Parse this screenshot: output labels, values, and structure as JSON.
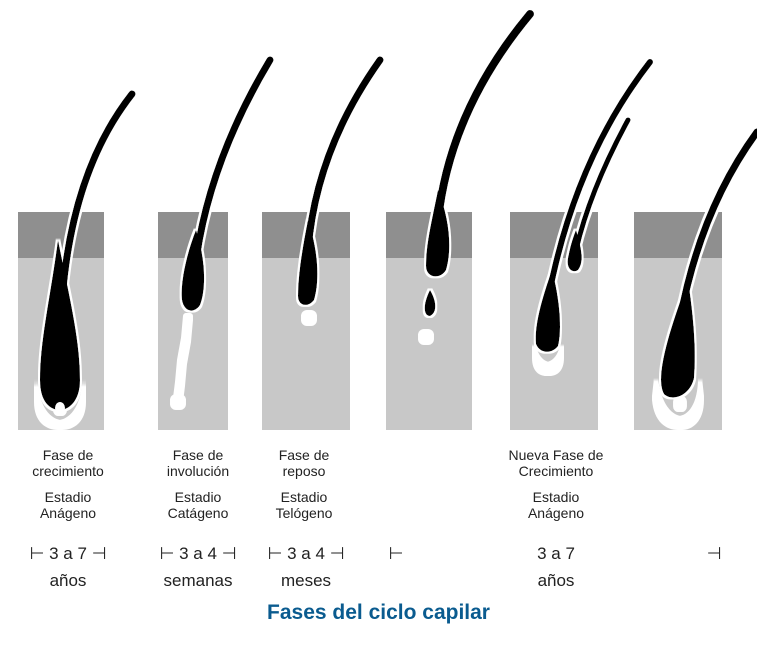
{
  "phases": [
    {
      "phase": "Fase de\ncrecimiento",
      "stage": "Estadio\nAnágeno",
      "duration_line1": "⊢ 3 a 7 ⊣",
      "duration_line2": "años"
    },
    {
      "phase": "Fase de\ninvolución",
      "stage": "Estadio\nCatágeno",
      "duration_line1": "⊢ 3 a 4 ⊣",
      "duration_line2": "semanas"
    },
    {
      "phase": "Fase de\nreposo",
      "stage": "Estadio\nTelógeno",
      "duration_line1": "⊢ 3 a 4 ⊣",
      "duration_line2": "meses"
    },
    {
      "phase": "",
      "stage": "",
      "duration_line1": "⊢",
      "duration_line2": ""
    },
    {
      "phase": "Nueva Fase de\nCrecimiento",
      "stage": "Estadio\nAnágeno",
      "duration_line1": "3 a 7",
      "duration_line2": "años"
    },
    {
      "phase": "",
      "stage": "",
      "duration_line1": "⊣",
      "duration_line2": ""
    }
  ],
  "title": "Fases del ciclo capilar",
  "colors": {
    "skin_top": "#8f8f8f",
    "skin_body": "#c8c8c8",
    "hair": "#000000",
    "follicle_outline": "#ffffff",
    "title": "#0a5b8f"
  }
}
